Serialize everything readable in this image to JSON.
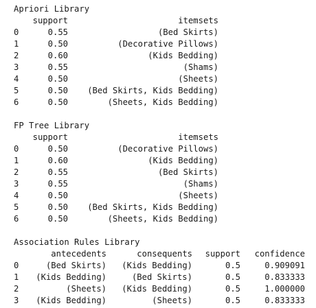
{
  "apriori": {
    "title": "Apriori Library",
    "col_support": "support",
    "col_itemsets": "itemsets",
    "rows": [
      {
        "idx": "0",
        "support": "0.55",
        "itemsets": "(Bed Skirts)"
      },
      {
        "idx": "1",
        "support": "0.50",
        "itemsets": "(Decorative Pillows)"
      },
      {
        "idx": "2",
        "support": "0.60",
        "itemsets": "(Kids Bedding)"
      },
      {
        "idx": "3",
        "support": "0.55",
        "itemsets": "(Shams)"
      },
      {
        "idx": "4",
        "support": "0.50",
        "itemsets": "(Sheets)"
      },
      {
        "idx": "5",
        "support": "0.50",
        "itemsets": "(Bed Skirts, Kids Bedding)"
      },
      {
        "idx": "6",
        "support": "0.50",
        "itemsets": "(Sheets, Kids Bedding)"
      }
    ]
  },
  "fptree": {
    "title": "FP Tree Library",
    "col_support": "support",
    "col_itemsets": "itemsets",
    "rows": [
      {
        "idx": "0",
        "support": "0.50",
        "itemsets": "(Decorative Pillows)"
      },
      {
        "idx": "1",
        "support": "0.60",
        "itemsets": "(Kids Bedding)"
      },
      {
        "idx": "2",
        "support": "0.55",
        "itemsets": "(Bed Skirts)"
      },
      {
        "idx": "3",
        "support": "0.55",
        "itemsets": "(Shams)"
      },
      {
        "idx": "4",
        "support": "0.50",
        "itemsets": "(Sheets)"
      },
      {
        "idx": "5",
        "support": "0.50",
        "itemsets": "(Bed Skirts, Kids Bedding)"
      },
      {
        "idx": "6",
        "support": "0.50",
        "itemsets": "(Sheets, Kids Bedding)"
      }
    ]
  },
  "rules": {
    "title": "Association Rules Library",
    "col_antecedents": "antecedents",
    "col_consequents": "consequents",
    "col_support": "support",
    "col_confidence": "confidence",
    "rows": [
      {
        "idx": "0",
        "antecedents": "(Bed Skirts)",
        "consequents": "(Kids Bedding)",
        "support": "0.5",
        "confidence": "0.909091"
      },
      {
        "idx": "1",
        "antecedents": "(Kids Bedding)",
        "consequents": "(Bed Skirts)",
        "support": "0.5",
        "confidence": "0.833333"
      },
      {
        "idx": "2",
        "antecedents": "(Sheets)",
        "consequents": "(Kids Bedding)",
        "support": "0.5",
        "confidence": "1.000000"
      },
      {
        "idx": "3",
        "antecedents": "(Kids Bedding)",
        "consequents": "(Sheets)",
        "support": "0.5",
        "confidence": "0.833333"
      }
    ]
  }
}
